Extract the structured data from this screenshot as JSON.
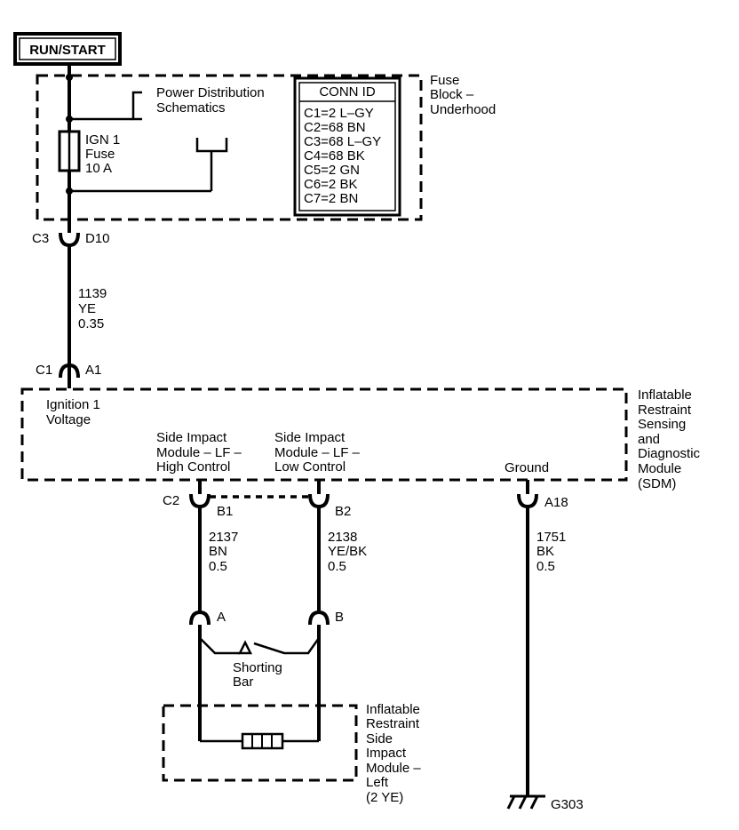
{
  "run_start_label": "RUN/START",
  "fuse_block": {
    "label_lines": [
      "Fuse",
      "Block –",
      "Underhood"
    ],
    "power_distribution_lines": [
      "Power Distribution",
      "Schematics"
    ],
    "fuse_lines": [
      "IGN 1",
      "Fuse",
      "10 A"
    ],
    "conn_id": {
      "title": "CONN ID",
      "rows": [
        "C1=2 L–GY",
        "C2=68 BN",
        "C3=68 L–GY",
        "C4=68 BK",
        "C5=2 GN",
        "C6=2 BK",
        "C7=2 BN"
      ]
    }
  },
  "connectors": {
    "c3": "C3",
    "d10": "D10",
    "c1": "C1",
    "a1": "A1",
    "c2": "C2",
    "b1": "B1",
    "b2": "B2",
    "a18": "A18",
    "a": "A",
    "b": "B"
  },
  "wires": {
    "w1139": [
      "1139",
      "YE",
      "0.35"
    ],
    "w2137": [
      "2137",
      "BN",
      "0.5"
    ],
    "w2138": [
      "2138",
      "YE/BK",
      "0.5"
    ],
    "w1751": [
      "1751",
      "BK",
      "0.5"
    ]
  },
  "sdm": {
    "label_lines": [
      "Inflatable",
      "Restraint",
      "Sensing",
      "and",
      "Diagnostic",
      "Module",
      "(SDM)"
    ],
    "ignition_lines": [
      "Ignition 1",
      "Voltage"
    ],
    "high_control_lines": [
      "Side Impact",
      "Module – LF –",
      "High Control"
    ],
    "low_control_lines": [
      "Side Impact",
      "Module – LF –",
      "Low Control"
    ],
    "ground": "Ground"
  },
  "shorting_bar_lines": [
    "Shorting",
    "Bar"
  ],
  "side_module_lines": [
    "Inflatable",
    "Restraint",
    "Side",
    "Impact",
    "Module –",
    "Left",
    "(2 YE)"
  ],
  "ground_id": "G303"
}
